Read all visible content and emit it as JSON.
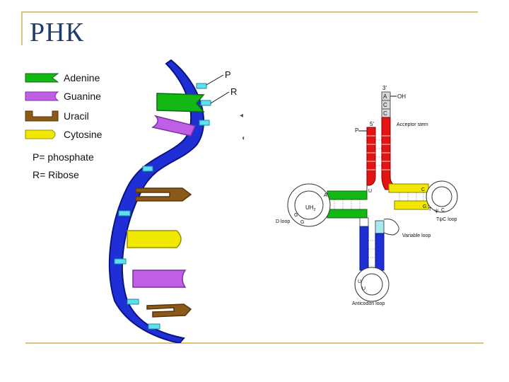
{
  "title": "РНК",
  "colors": {
    "adenine": "#14b814",
    "guanine": "#c05ee6",
    "uracil": "#8b5a18",
    "cytosine": "#f0e800",
    "backbone": "#1f2fd6",
    "backbone_light": "#5fe0f0",
    "frame": "#d9c47a"
  },
  "legend": {
    "adenine": "Adenine",
    "guanine": "Guanine",
    "uracil": "Uracil",
    "cytosine": "Cytosine",
    "phosphate": "P= phosphate",
    "ribose": "R= Ribose"
  },
  "strand": {
    "p_label": "P",
    "r_label": "R"
  },
  "trna": {
    "three_prime": "3'",
    "five_prime": "5'",
    "oh": "OH",
    "p": "P",
    "tail_bases": [
      "A",
      "C",
      "C"
    ],
    "acceptor_stem": "Acceptor stem",
    "d_loop": "D loop",
    "tpsic_loop": "TψC loop",
    "variable_loop": "Variable loop",
    "anticodon_loop": "Anticodon loop",
    "uh2": "UH",
    "uh2_sub": "2",
    "d_loop_bases": [
      "A",
      "G",
      "G"
    ],
    "t_loop_bases": [
      "G",
      "T",
      "ψ",
      "C"
    ],
    "u_bases": [
      "U",
      "U",
      "U"
    ],
    "c_base": "C"
  }
}
